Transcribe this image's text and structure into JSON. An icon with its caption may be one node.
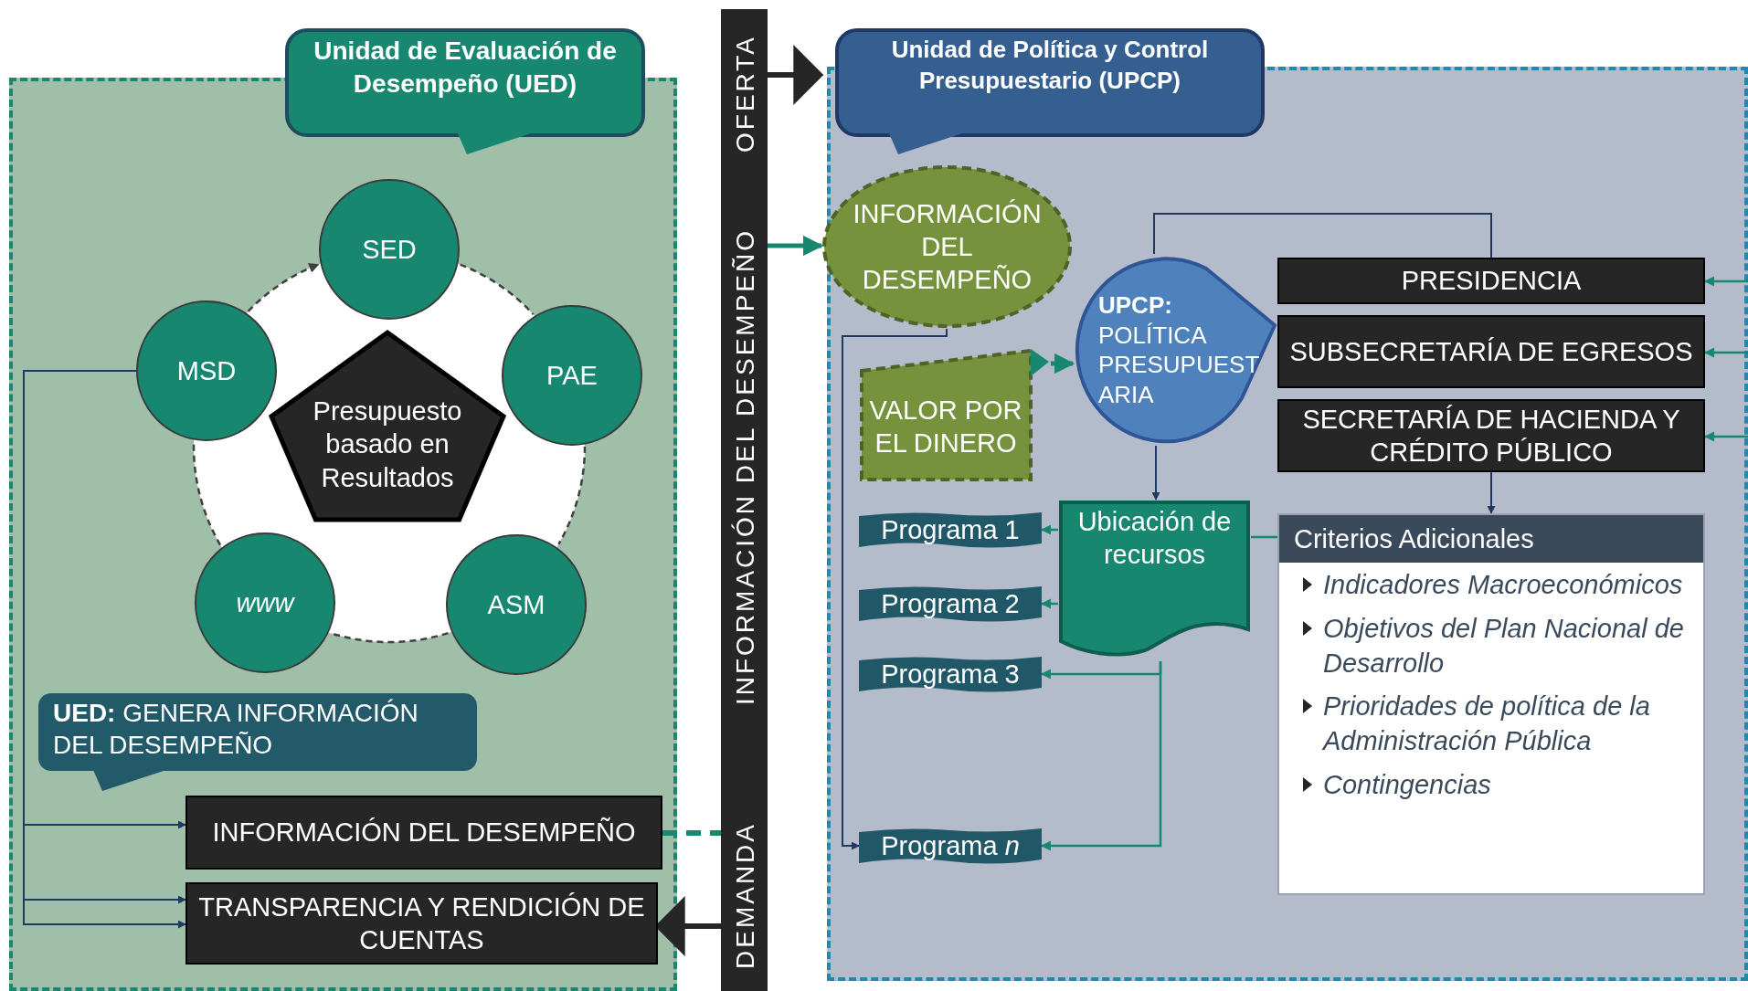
{
  "diagram": {
    "nodes": [
      {
        "text": [
          "Unidad de Evaluación de Desempeño (UED)"
        ]
      },
      {
        "text": [
          "SED"
        ],
        "in": 0
      },
      {
        "text": [
          "PAE"
        ],
        "in": 0
      },
      {
        "text": [
          "ASM"
        ],
        "in": 0
      },
      {
        "text": [
          "www"
        ],
        "in": 0
      },
      {
        "text": [
          "MSD"
        ],
        "in": 0
      },
      {
        "text": [
          "Presupuesto basado en Resultados"
        ],
        "in": 0
      },
      {
        "text": [
          "**UED:** GENERA INFORMACIÓN DEL DESEMPEÑO"
        ],
        "in": 0
      },
      {
        "text": [
          "INFORMACIÓN DEL DESEMPEÑO"
        ],
        "in": 0
      },
      {
        "text": [
          "TRANSPARENCIA Y RENDICIÓN DE CUENTAS"
        ],
        "in": 0
      },
      {
        "text": [
          "OFERTA",
          "INFORMACIÓN DEL DESEMPEÑO",
          "DEMANDA"
        ]
      },
      {
        "text": [
          "Unidad de Política y Control Presupuestario (UPCP)"
        ]
      },
      {
        "text": [
          "INFORMACIÓN DEL DESEMPEÑO"
        ],
        "in": 11
      },
      {
        "text": [
          "VALOR POR EL DINERO"
        ],
        "in": 11
      },
      {
        "text": [
          "**UPCP:** POLÍTICA PRESUPUESTARIA"
        ],
        "in": 11
      },
      {
        "text": [
          "PRESIDENCIA"
        ],
        "in": 11
      },
      {
        "text": [
          "SUBSECRETARÍA DE EGRESOS"
        ],
        "in": 11
      },
      {
        "text": [
          "SECRETARÍA DE HACIENDA Y CRÉDITO PÚBLICO"
        ],
        "in": 11
      },
      {
        "text": [
          "Ubicación de recursos"
        ],
        "in": 11
      },
      {
        "text": [
          "Criterios Adicionales",
          "Indicadores Macroeconómicos",
          "Objetivos del Plan Nacional de Desarrollo",
          "Prioridades de política de la Administración Pública",
          "Contingencias"
        ],
        "in": 11
      },
      {
        "text": [
          "Programa 1"
        ],
        "in": 11
      },
      {
        "text": [
          "Programa 2"
        ],
        "in": 11
      },
      {
        "text": [
          "Programa 3"
        ],
        "in": 11
      },
      {
        "text": [
          "Programa *n*"
        ],
        "in": 11
      }
    ],
    "edges": [
      {
        "from": 5,
        "to": 1,
        "arrow": "to",
        "style": "dashed",
        "color": "#404040"
      },
      {
        "from": 1,
        "to": 2,
        "arrow": "none",
        "style": "dashed",
        "color": "#404040"
      },
      {
        "from": 2,
        "to": 3,
        "arrow": "none",
        "style": "dashed",
        "color": "#404040"
      },
      {
        "from": 3,
        "to": 4,
        "arrow": "none",
        "style": "dashed",
        "color": "#404040"
      },
      {
        "from": 4,
        "to": 5,
        "arrow": "none",
        "style": "dashed",
        "color": "#404040"
      },
      {
        "from": 5,
        "to": 8,
        "arrow": "to"
      },
      {
        "from": 5,
        "to": 9,
        "arrow": "to"
      },
      {
        "from": 5,
        "to": 9,
        "arrow": "to"
      },
      {
        "from": 8,
        "to": 10,
        "arrow": "none",
        "style": "dashed",
        "color": "#17876f"
      },
      {
        "from": 10,
        "to": 12,
        "arrow": "to",
        "color": "#17876f"
      },
      {
        "from": 12,
        "to": 23,
        "arrow": "to"
      },
      {
        "from": 13,
        "to": 14,
        "arrow": "to",
        "color": "#17876f"
      },
      {
        "from": 14,
        "to": 15,
        "arrow": "none"
      },
      {
        "from": 14,
        "to": 18,
        "arrow": "to"
      },
      {
        "from": null,
        "to": 15,
        "arrow": "to",
        "color": "#17876f"
      },
      {
        "from": null,
        "to": 16,
        "arrow": "to",
        "color": "#17876f"
      },
      {
        "from": null,
        "to": 17,
        "arrow": "to",
        "color": "#17876f"
      },
      {
        "from": 17,
        "to": 19,
        "arrow": "to"
      },
      {
        "from": 18,
        "to": 19,
        "arrow": "none",
        "color": "#17876f"
      },
      {
        "from": 18,
        "to": 20,
        "arrow": "to",
        "color": "#17876f"
      },
      {
        "from": 18,
        "to": 21,
        "arrow": "to",
        "color": "#17876f"
      },
      {
        "from": 18,
        "to": 22,
        "arrow": "to",
        "color": "#17876f"
      },
      {
        "from": 18,
        "to": 23,
        "arrow": "to",
        "color": "#17876f"
      },
      {
        "from": 10,
        "to": 11,
        "arrow": "to",
        "style": "thick",
        "color": "#262626"
      },
      {
        "from": 10,
        "to": 9,
        "arrow": "to",
        "style": "thick",
        "color": "#262626"
      }
    ]
  }
}
